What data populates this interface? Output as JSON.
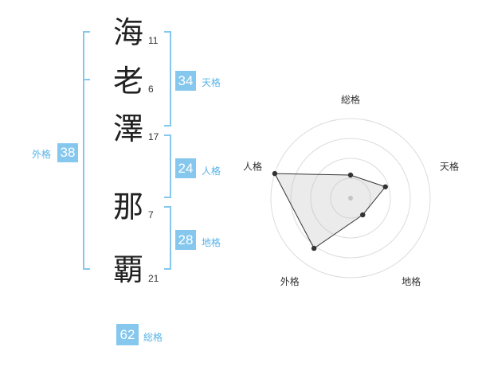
{
  "accent_color": "#86c7ee",
  "label_color": "#58b3e6",
  "name": {
    "characters": [
      {
        "char": "海",
        "strokes": "11"
      },
      {
        "char": "老",
        "strokes": "6"
      },
      {
        "char": "澤",
        "strokes": "17"
      },
      {
        "char": "那",
        "strokes": "7"
      },
      {
        "char": "覇",
        "strokes": "21"
      }
    ]
  },
  "fortune": {
    "tenkaku": {
      "value": "34",
      "label": "天格"
    },
    "jinkaku": {
      "value": "24",
      "label": "人格"
    },
    "chikaku": {
      "value": "28",
      "label": "地格"
    },
    "gaikaku": {
      "value": "38",
      "label": "外格"
    },
    "soukaku": {
      "value": "62",
      "label": "総格"
    }
  },
  "radar": {
    "axes": [
      "総格",
      "天格",
      "地格",
      "外格",
      "人格"
    ],
    "levels": 4,
    "values": [
      0.29,
      0.46,
      0.26,
      0.78,
      1.0
    ]
  }
}
